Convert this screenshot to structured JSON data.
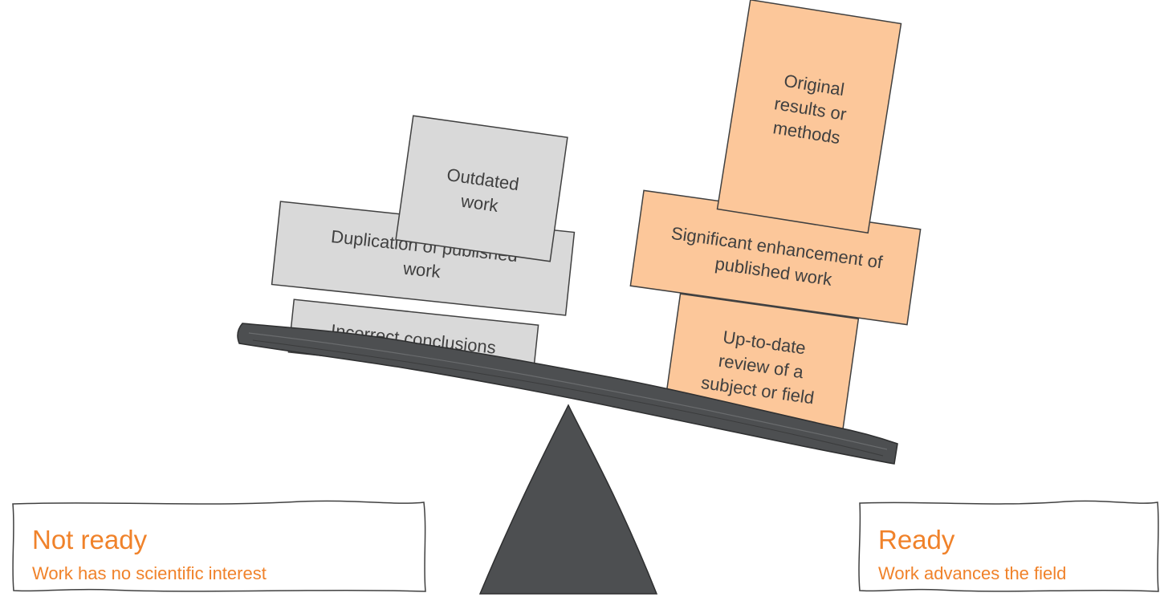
{
  "colors": {
    "grey_block": "#d9d9d9",
    "orange_block": "#fcc79a",
    "block_stroke": "#404040",
    "beam": "#4d4f51",
    "accent_text": "#f0822a",
    "block_text": "#404040"
  },
  "left_stack": {
    "outdated": [
      "Outdated",
      "work"
    ],
    "duplication": [
      "Duplication  of published",
      "work"
    ],
    "incorrect": [
      "Incorrect conclusions"
    ]
  },
  "right_stack": {
    "original": [
      "Original",
      "results or",
      "methods"
    ],
    "enhancement": [
      "Significant enhancement of",
      "published work"
    ],
    "review": [
      "Up-to-date",
      "review of a",
      "subject or field"
    ]
  },
  "not_ready": {
    "title": "Not ready",
    "subtitle": "Work has no scientific interest"
  },
  "ready": {
    "title": "Ready",
    "subtitle": "Work advances the field"
  }
}
